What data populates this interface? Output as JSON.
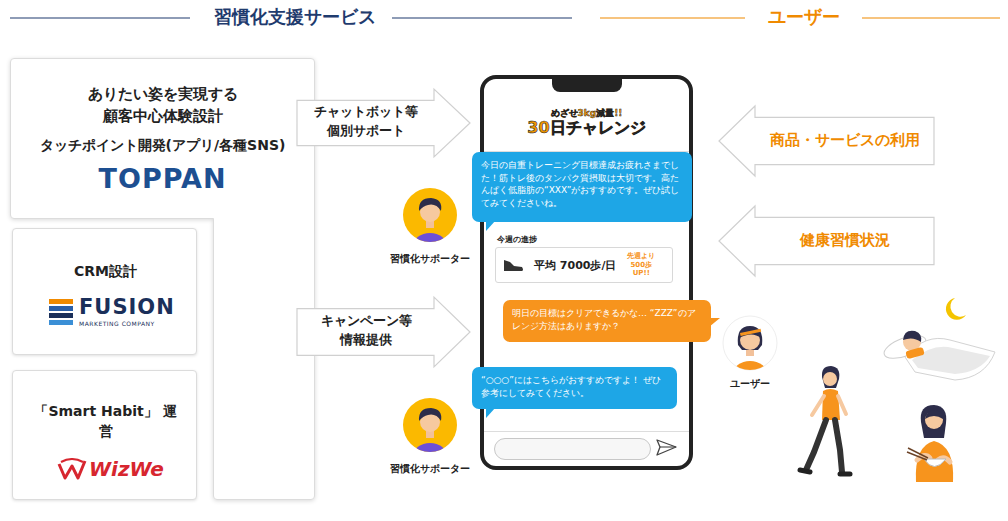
{
  "diagram": {
    "title": "習慣化支援サービス",
    "nodes": [
      {
        "text": [
          "ありたい姿を実現する 顧客中心体験設計",
          "タッチポイント開発(アプリ/各種SNS)",
          "TOPPAN"
        ]
      },
      {
        "text": [
          "CRM設計",
          "FUSION",
          "MARKETING COMPANY"
        ],
        "in": 0
      },
      {
        "text": [
          "「Smart Habit」 運営",
          "WizWe"
        ],
        "in": 0
      },
      {
        "text": [
          "チャットボット等 個別サポート"
        ]
      },
      {
        "text": [
          "キャンペーン等 情報提供"
        ]
      },
      {
        "text": [
          "めざせ3kg減量!!",
          "30日チャレンジ"
        ]
      },
      {
        "text": [
          "今日の自重トレーニング目標達成お疲れさまでした！筋トレ後のタンパク質摂取は大切です。高たんぱく低脂肪の“XXX”がおすすめです。ぜひ試してみてくださいね。"
        ],
        "in": 5
      },
      {
        "text": [
          "今週の進捗",
          "平均 7000歩/日",
          "先週より 500歩UP!!"
        ],
        "in": 5
      },
      {
        "text": [
          "明日の目標はクリアできるかな… “ZZZ”のアレンジ方法はありますか？"
        ],
        "in": 5
      },
      {
        "text": [
          "“○○○”にはこちらがおすすめですよ！ ぜひ参考にしてみてください。"
        ],
        "in": 5
      },
      {
        "text": [
          "商品・サービスの利用"
        ]
      },
      {
        "text": [
          "健康習慣状況"
        ]
      }
    ],
    "labels": [
      "ユーザー",
      "習慣化サポーター",
      "ユーザー",
      "習慣化サポーター"
    ]
  }
}
